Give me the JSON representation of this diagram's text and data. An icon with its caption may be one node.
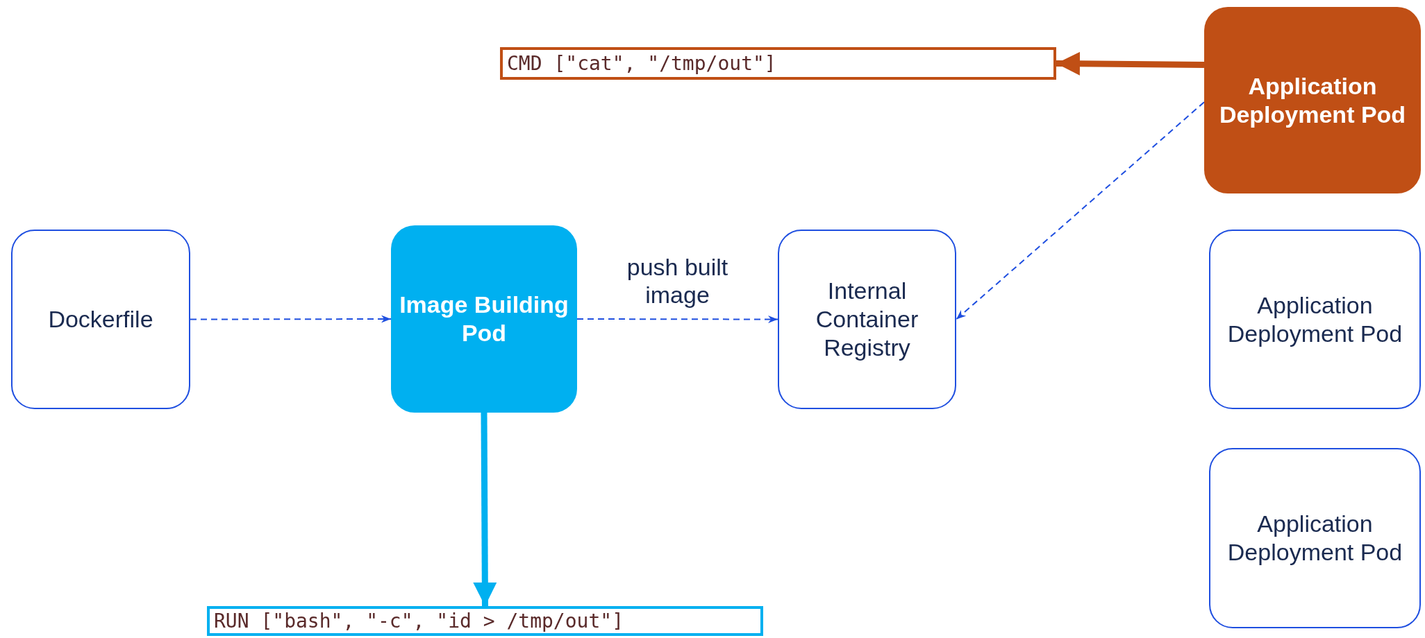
{
  "diagram": {
    "nodes": [
      {
        "text": [
          "CMD [\"cat\", \"/tmp/out\"]"
        ]
      },
      {
        "text": [
          "Application Deployment Pod"
        ]
      },
      {
        "text": [
          "Dockerfile"
        ]
      },
      {
        "text": [
          "Image Building Pod"
        ]
      },
      {
        "text": [
          "Internal Container Registry"
        ]
      },
      {
        "text": [
          "Application Deployment Pod"
        ]
      },
      {
        "text": [
          "Application Deployment Pod"
        ]
      },
      {
        "text": [
          "RUN [\"bash\", \"-c\", \"id > /tmp/out\"]"
        ]
      }
    ],
    "edges": [
      {
        "from": 2,
        "to": 3,
        "arrow": "to",
        "style": "dashed"
      },
      {
        "from": 3,
        "to": 4,
        "arrow": "to",
        "style": "dashed",
        "label": "push built image"
      },
      {
        "from": 1,
        "to": 4,
        "arrow": "to",
        "style": "dashed"
      },
      {
        "from": 1,
        "to": 0,
        "arrow": "to",
        "style": "thick",
        "color": "#c04f15"
      },
      {
        "from": 3,
        "to": 7,
        "arrow": "to",
        "style": "thick",
        "color": "#00b0f0"
      }
    ]
  }
}
